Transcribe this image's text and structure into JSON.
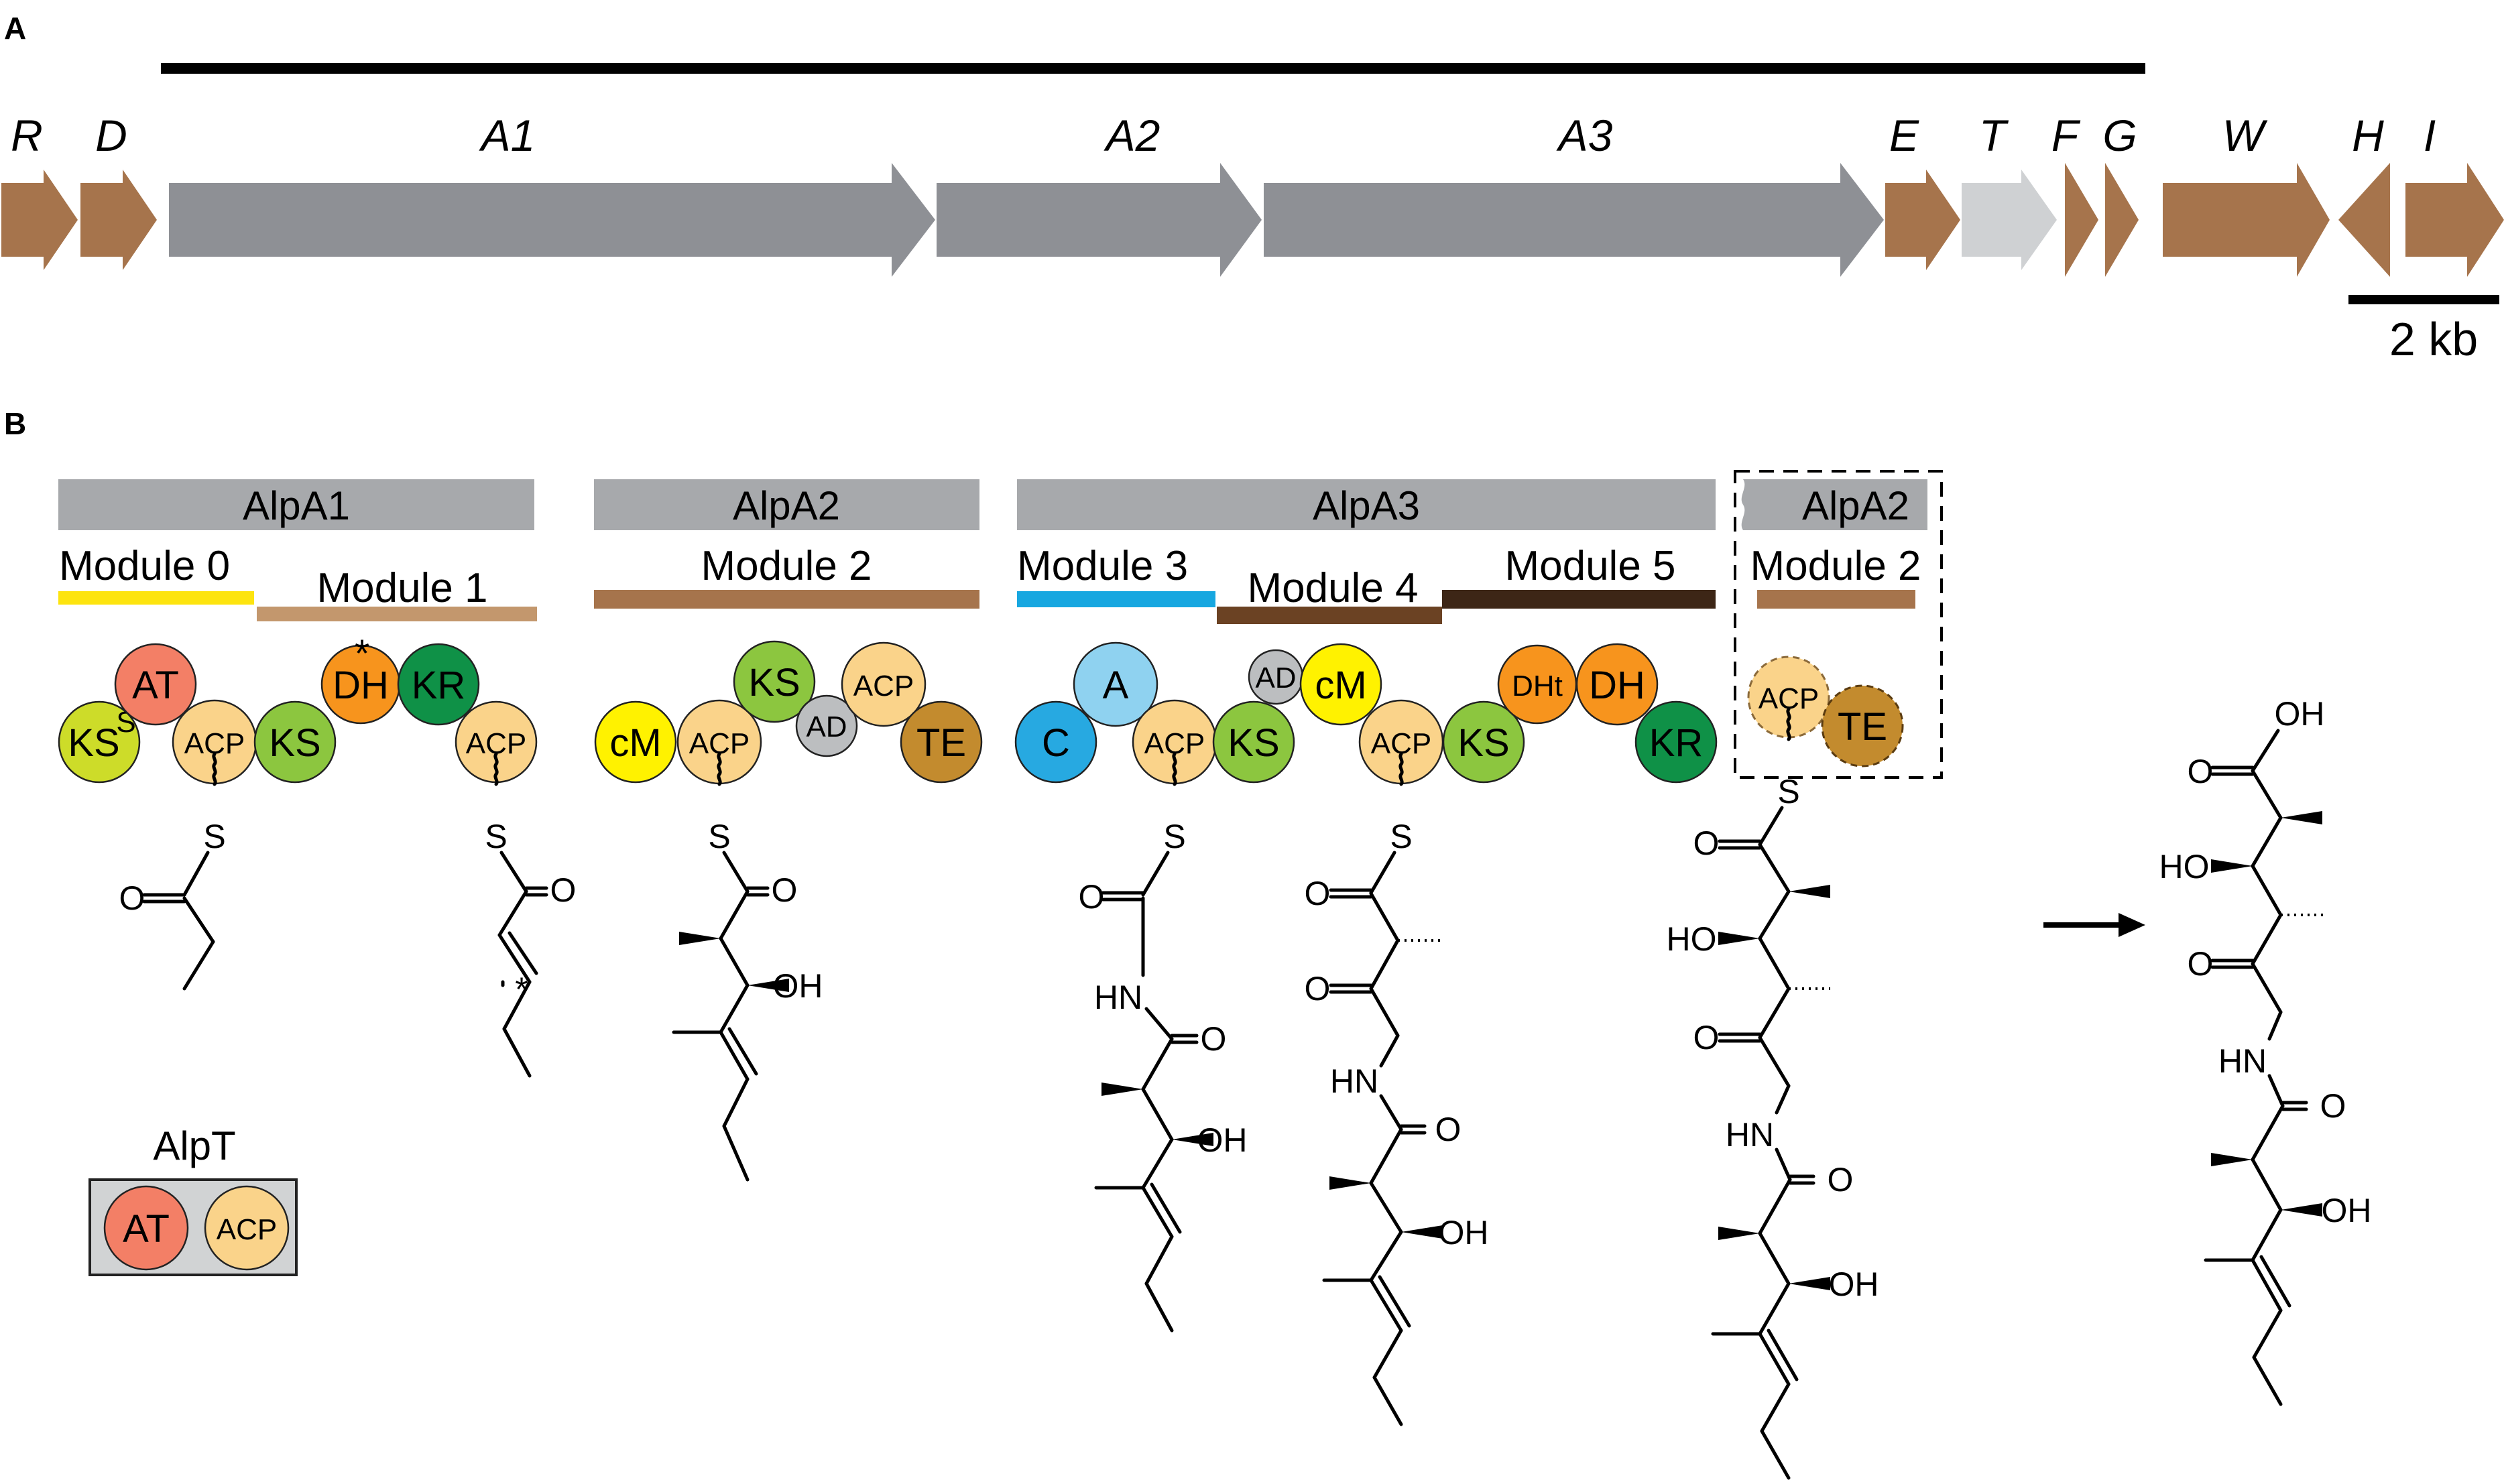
{
  "panels": {
    "a": "A",
    "b": "B"
  },
  "scale_bar": {
    "label": "2 kb"
  },
  "genes": [
    {
      "id": "R",
      "label": "R",
      "color": "#a6744c"
    },
    {
      "id": "D",
      "label": "D",
      "color": "#a6744c"
    },
    {
      "id": "A1",
      "label": "A1",
      "color": "#8e9095"
    },
    {
      "id": "A2",
      "label": "A2",
      "color": "#8e9095"
    },
    {
      "id": "A3",
      "label": "A3",
      "color": "#8e9095"
    },
    {
      "id": "E",
      "label": "E",
      "color": "#a6744c"
    },
    {
      "id": "T",
      "label": "T",
      "color": "#cfd1d3"
    },
    {
      "id": "F",
      "label": "F",
      "color": "#a6744c"
    },
    {
      "id": "G",
      "label": "G",
      "color": "#a6744c"
    },
    {
      "id": "W",
      "label": "W",
      "color": "#a6744c"
    },
    {
      "id": "H",
      "label": "H",
      "color": "#a6744c"
    },
    {
      "id": "I",
      "label": "I",
      "color": "#a6744c"
    }
  ],
  "proteins": {
    "alpa1": "AlpA1",
    "alpa2": "AlpA2",
    "alpa3": "AlpA3",
    "alpa2_repeat": "AlpA2",
    "alpt": "AlpT"
  },
  "modules": {
    "m0": {
      "label": "Module 0",
      "color": "#fde40f"
    },
    "m1": {
      "label": "Module 1",
      "color": "#c3976d"
    },
    "m2": {
      "label": "Module 2",
      "color": "#a6744c"
    },
    "m3": {
      "label": "Module 3",
      "color": "#17a7e0"
    },
    "m4": {
      "label": "Module 4",
      "color": "#6b4223"
    },
    "m5": {
      "label": "Module 5",
      "color": "#3d2616"
    },
    "m2b": {
      "label": "Module 2",
      "color": "#a6744c"
    }
  },
  "domain_colors": {
    "AT": "#f37f66",
    "KS": "#8cc63f",
    "KSs": "#cddc29",
    "ACP": "#fad38a",
    "DH": "#f7941d",
    "KR": "#0f9147",
    "cM": "#fff200",
    "AD": "#bcbec0",
    "TE": "#c38b2e",
    "A": "#8fd2f0",
    "C": "#27a9e1"
  },
  "domains": {
    "ks_s": "KS",
    "ks_s_sup": "S",
    "at1": "AT",
    "acp1": "ACP",
    "ks1": "KS",
    "dh1": "DH",
    "dh1_star": "*",
    "kr1": "KR",
    "acp1b": "ACP",
    "cm2": "cM",
    "acp2": "ACP",
    "ks2": "KS",
    "ad2": "AD",
    "acp2b": "ACP",
    "te2": "TE",
    "c3": "C",
    "a3": "A",
    "acp3": "ACP",
    "ks3": "KS",
    "ad4": "AD",
    "cm4": "cM",
    "acp4": "ACP",
    "ks5": "KS",
    "dht5": "DHt",
    "dh5": "DH",
    "kr5": "KR",
    "acp6": "ACP",
    "te6": "TE",
    "at_t": "AT",
    "acp_t": "ACP"
  },
  "atoms": {
    "S": "S",
    "O": "O",
    "OH": "OH",
    "HO": "HO",
    "HN": "HN",
    "star": "*"
  }
}
